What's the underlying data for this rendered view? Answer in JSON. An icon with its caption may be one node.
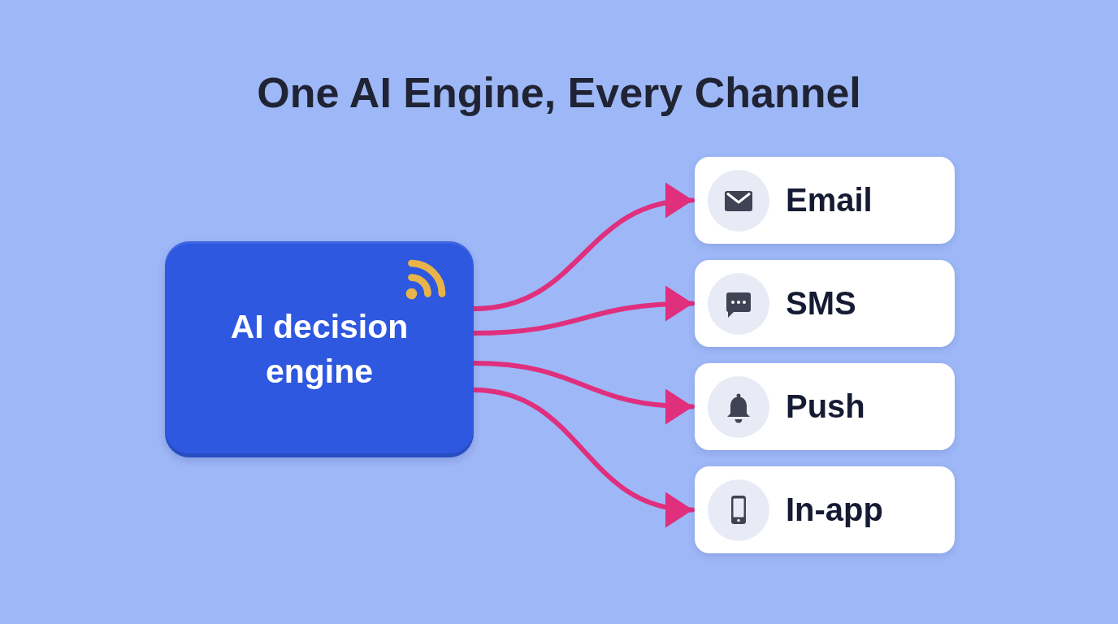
{
  "diagram": {
    "title": "One AI Engine, Every Channel",
    "nodes": [
      {
        "text": [
          "AI decision engine"
        ]
      },
      {
        "text": [
          "Email"
        ]
      },
      {
        "text": [
          "SMS"
        ]
      },
      {
        "text": [
          "Push"
        ]
      },
      {
        "text": [
          "In-app"
        ]
      }
    ],
    "edges": [
      {
        "from": 0,
        "to": 1,
        "arrow": "to"
      },
      {
        "from": 0,
        "to": 2,
        "arrow": "to"
      },
      {
        "from": 0,
        "to": 3,
        "arrow": "to"
      },
      {
        "from": 0,
        "to": 4,
        "arrow": "to"
      }
    ]
  }
}
